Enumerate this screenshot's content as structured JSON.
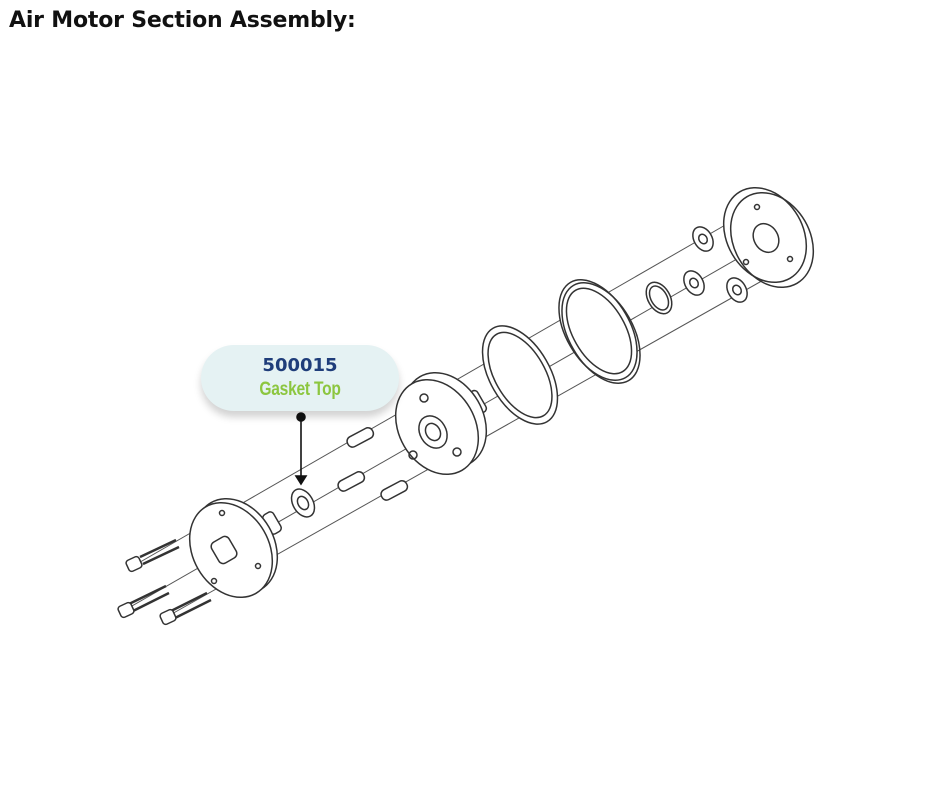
{
  "page": {
    "title": "Air Motor Section Assembly:"
  },
  "callout": {
    "part_number": "500015",
    "part_name": "Gasket Top"
  },
  "colors": {
    "part_number": "#1f3d7a",
    "part_name": "#8cc63f",
    "callout_bg": "#e5f2f3",
    "line_art": "#333333"
  }
}
